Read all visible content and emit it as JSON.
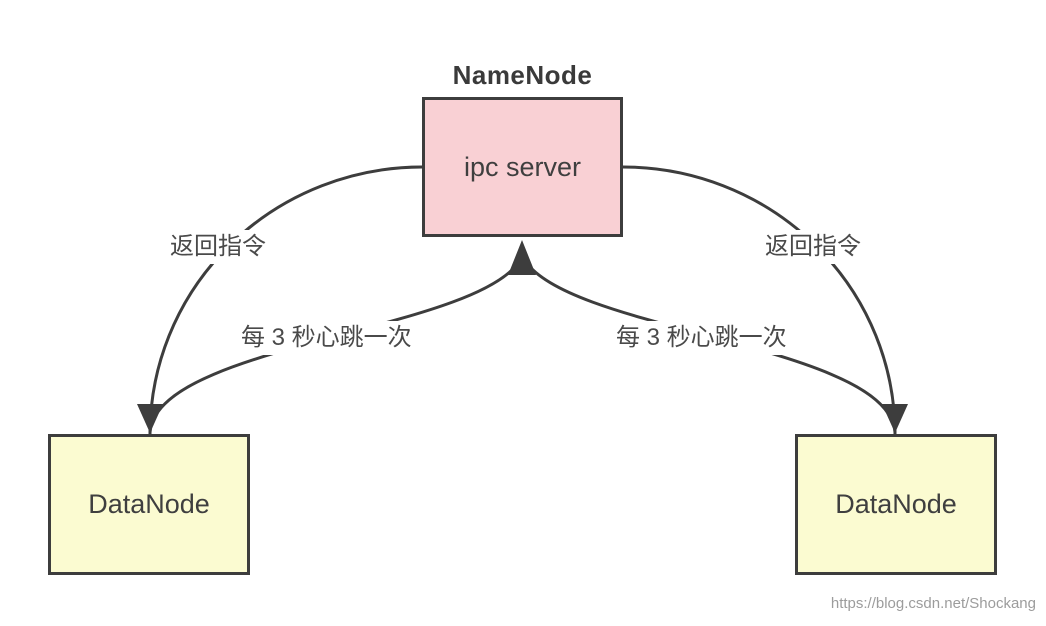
{
  "diagram": {
    "title": "NameNode",
    "nodes": [
      {
        "id": "ipc-server",
        "label": "ipc server",
        "fill": "#f9d0d4"
      },
      {
        "id": "datanode-left",
        "label": "DataNode",
        "fill": "#fbfbd1"
      },
      {
        "id": "datanode-right",
        "label": "DataNode",
        "fill": "#fbfbd1"
      }
    ],
    "edges": [
      {
        "id": "return-left",
        "label": "返回指令",
        "from": "ipc-server",
        "to": "datanode-left"
      },
      {
        "id": "heartbeat-left",
        "label": "每 3 秒心跳一次",
        "from": "datanode-left",
        "to": "ipc-server"
      },
      {
        "id": "heartbeat-right",
        "label": "每 3 秒心跳一次",
        "from": "datanode-right",
        "to": "ipc-server"
      },
      {
        "id": "return-right",
        "label": "返回指令",
        "from": "ipc-server",
        "to": "datanode-right"
      }
    ],
    "colors": {
      "stroke": "#3d3d3d",
      "node_pink": "#f9d0d4",
      "node_yellow": "#fbfbd1",
      "label_text": "#4a4a4a",
      "watermark_text": "#9c9c9c",
      "background": "#ffffff"
    },
    "watermark": "https://blog.csdn.net/Shockang"
  }
}
